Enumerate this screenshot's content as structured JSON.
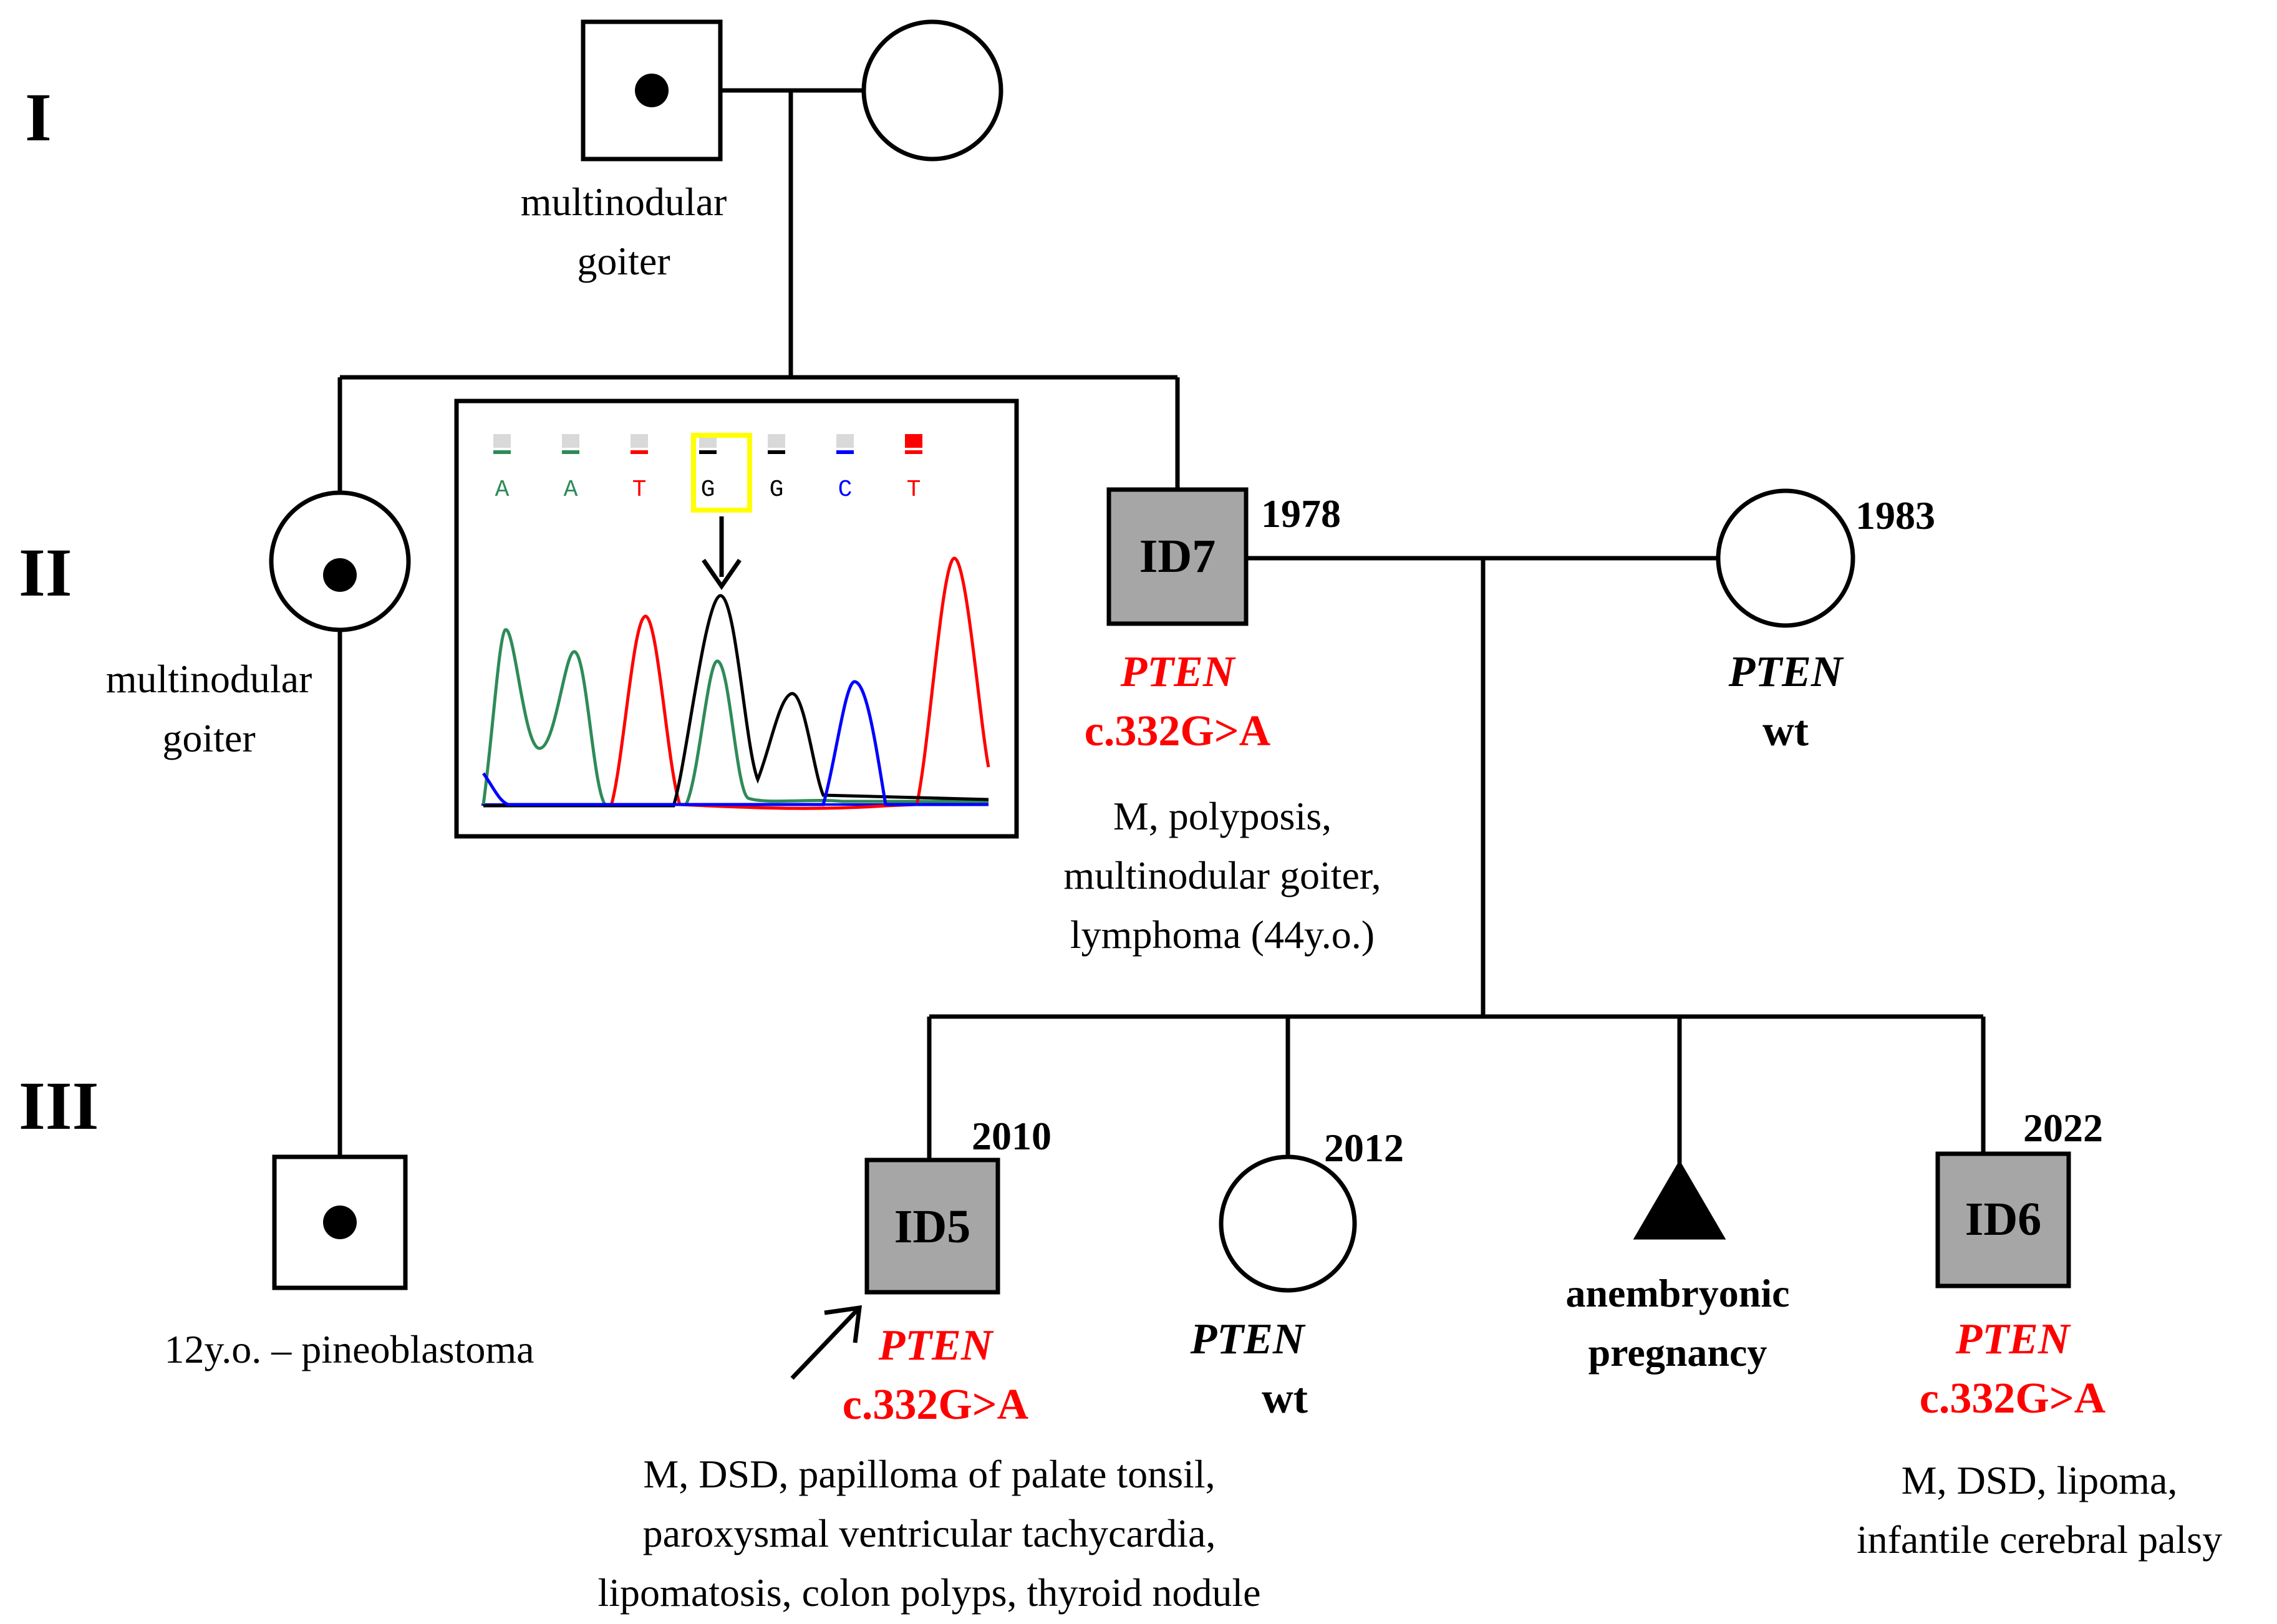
{
  "generations": [
    "I",
    "II",
    "III"
  ],
  "individuals": {
    "gen1_father": {
      "note_lines": [
        "multinodular",
        "goiter"
      ]
    },
    "gen2_aunt": {
      "note_lines": [
        "multinodular",
        "goiter"
      ]
    },
    "gen3_cousin": {
      "note_lines": [
        "12y.o. – pineoblastoma"
      ]
    },
    "id7": {
      "id": "ID7",
      "year": "1978",
      "gene": "PTEN",
      "variant": "c.332G>A",
      "note_lines": [
        "M, polyposis,",
        "multinodular goiter,",
        "lymphoma (44y.o.)"
      ]
    },
    "id7_partner": {
      "year": "1983",
      "gene": "PTEN",
      "status": "wt"
    },
    "id5": {
      "id": "ID5",
      "year": "2010",
      "gene": "PTEN",
      "variant": "c.332G>A",
      "note_lines": [
        "M, DSD, papilloma of palate tonsil,",
        "paroxysmal ventricular tachycardia,",
        "lipomatosis,  colon polyps, thyroid nodule"
      ]
    },
    "sister_2012": {
      "year": "2012",
      "gene": "PTEN",
      "status": "wt"
    },
    "pregnancy": {
      "note_lines": [
        "anembryonic",
        "pregnancy"
      ]
    },
    "id6": {
      "id": "ID6",
      "year": "2022",
      "gene": "PTEN",
      "variant": "c.332G>A",
      "note_lines": [
        "M, DSD, lipoma,",
        "infantile cerebral palsy"
      ]
    }
  },
  "chromatogram": {
    "bases": [
      "A",
      "A",
      "T",
      "G",
      "G",
      "C",
      "T"
    ],
    "highlighted_index": 3,
    "colors": {
      "A": "#2e8b57",
      "T": "#ff0000",
      "G": "#000000",
      "C": "#0000ff",
      "highlight": "#ffff00",
      "affected": "#a6a6a6",
      "variant_text": "#ff0000"
    }
  }
}
